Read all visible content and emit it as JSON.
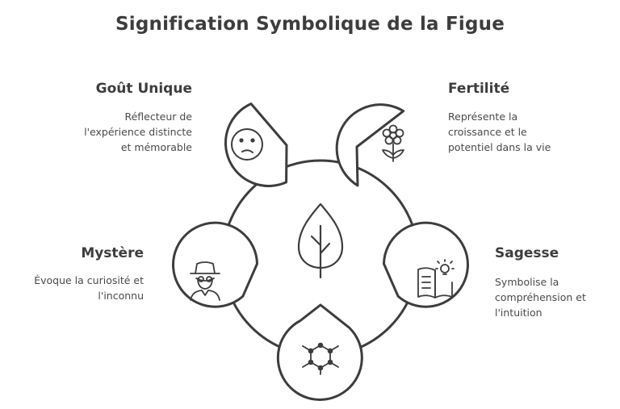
{
  "title": "Signification Symbolique de la Figue",
  "center_icon": "fig-leaf-icon",
  "items": [
    {
      "heading": "Goût Unique",
      "lines": [
        "Réflecteur de",
        "l'expérience distincte",
        "et mémorable"
      ],
      "icon": "confused-face-icon"
    },
    {
      "heading": "Fertilité",
      "lines": [
        "Représente la",
        "croissance et le",
        "potentiel dans la vie"
      ],
      "icon": "flower-icon"
    },
    {
      "heading": "Mystère",
      "lines": [
        "Évoque la curiosité et",
        "l'inconnu"
      ],
      "icon": "detective-icon"
    },
    {
      "heading": "Sagesse",
      "lines": [
        "Symbolise la",
        "compréhension et",
        "l'intuition"
      ],
      "icon": "book-lightbulb-icon"
    },
    {
      "heading": "",
      "lines": [],
      "icon": "molecule-network-icon"
    }
  ],
  "colors": {
    "stroke": "#3d3d3d",
    "text": "#444444",
    "fill": "#ffffff"
  }
}
